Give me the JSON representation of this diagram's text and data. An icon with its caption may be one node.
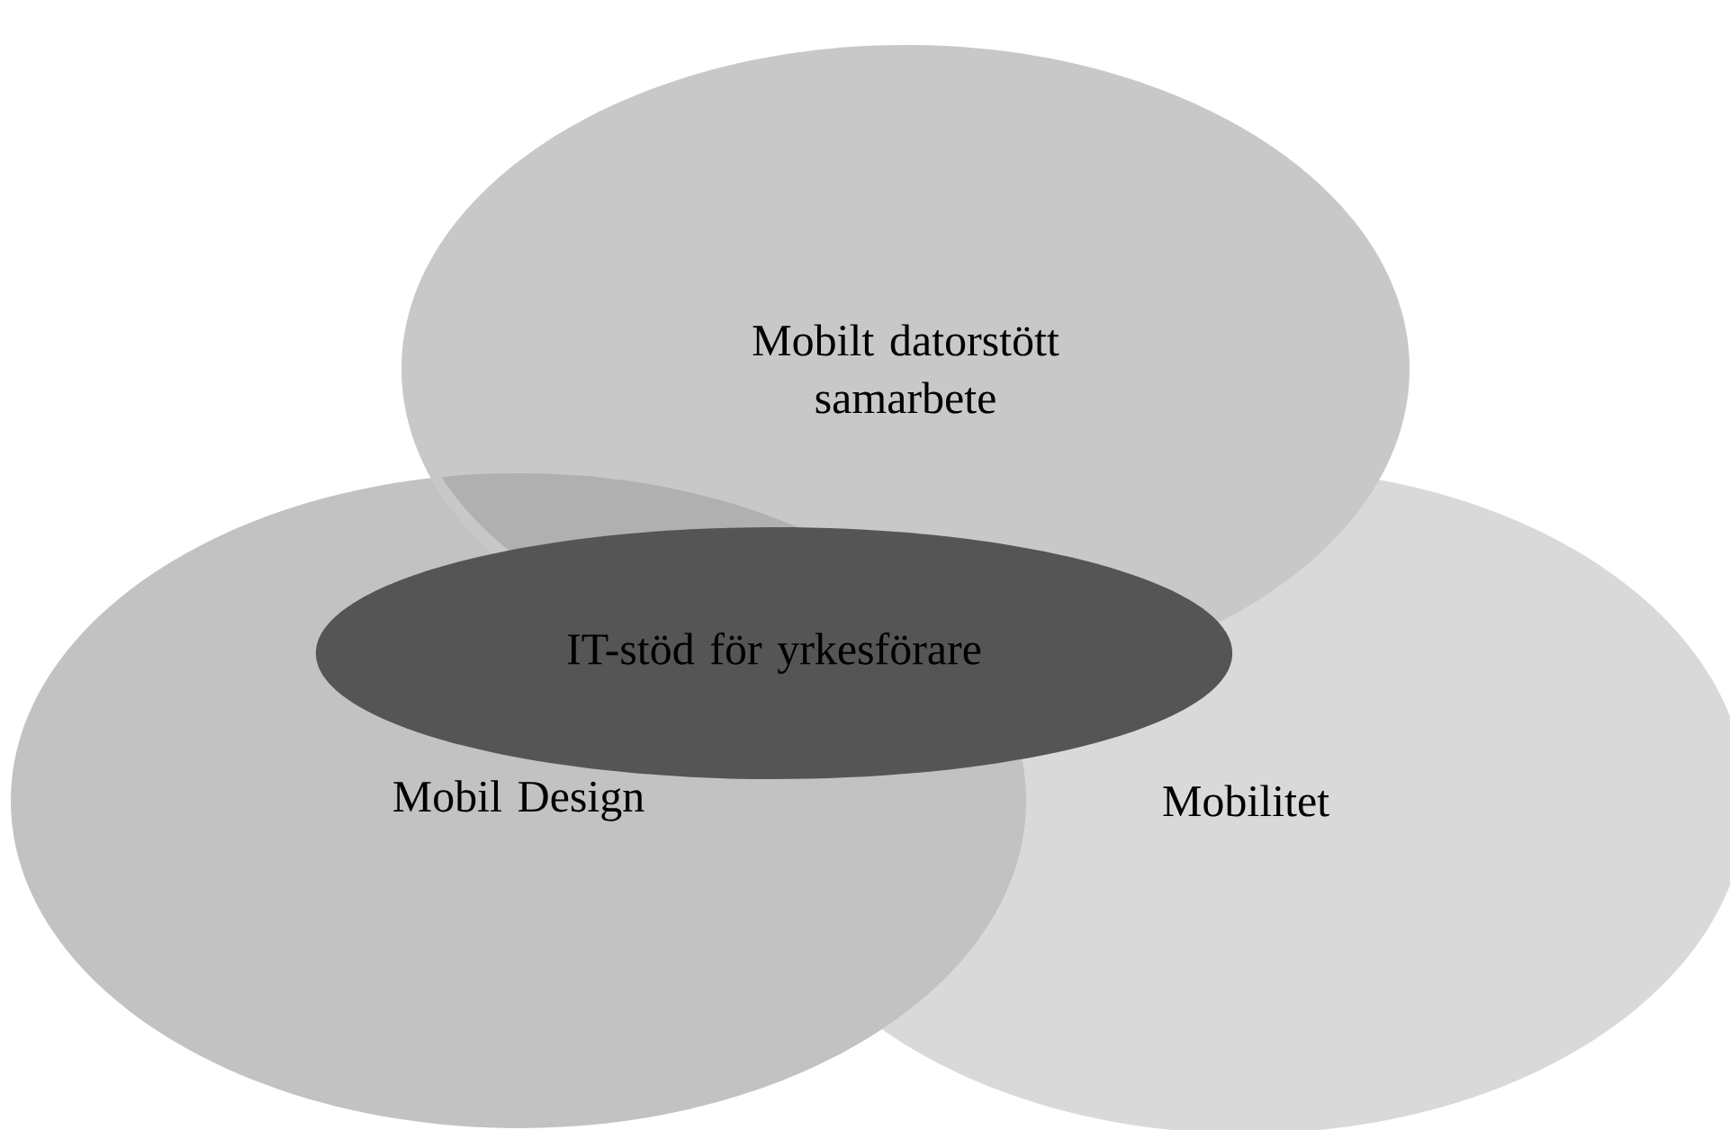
{
  "diagram": {
    "nodes": [
      {
        "text": [
          "Mobilt datorstött samarbete"
        ]
      },
      {
        "text": [
          "Mobilitet"
        ]
      },
      {
        "text": [
          "Mobil Design"
        ]
      },
      {
        "text": [
          "IT-stöd för yrkesförare"
        ]
      }
    ]
  }
}
